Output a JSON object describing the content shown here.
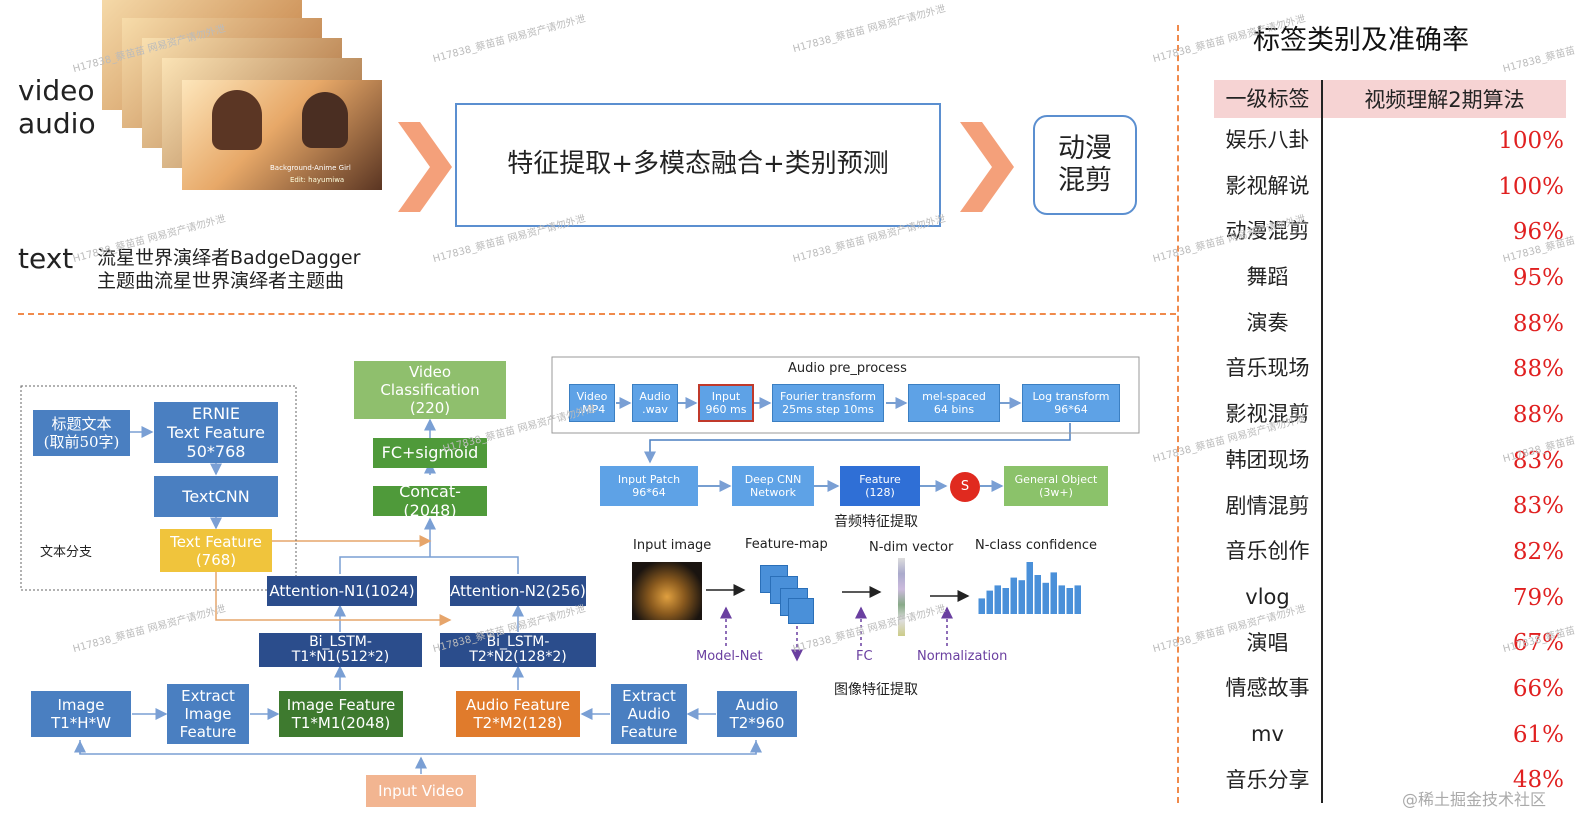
{
  "input_labels": {
    "video": "video",
    "audio": "audio",
    "text": "text"
  },
  "input_text": [
    "流星世界演绎者BadgeDagger",
    "主题曲流星世界演绎者主题曲"
  ],
  "frame_caption": {
    "line1": "Background-Anime Girl",
    "line2": "Edit: hayumiwa"
  },
  "process_box": "特征提取+多模态融合+类别预测",
  "result_box": [
    "动漫",
    "混剪"
  ],
  "right_panel": {
    "title": "标签类别及准确率",
    "headers": [
      "一级标签",
      "视频理解2期算法"
    ],
    "rows": [
      {
        "label": "娱乐八卦",
        "value": "100%"
      },
      {
        "label": "影视解说",
        "value": "100%"
      },
      {
        "label": "动漫混剪",
        "value": "96%"
      },
      {
        "label": "舞蹈",
        "value": "95%"
      },
      {
        "label": "演奏",
        "value": "88%"
      },
      {
        "label": "音乐现场",
        "value": "88%"
      },
      {
        "label": "影视混剪",
        "value": "88%"
      },
      {
        "label": "韩团现场",
        "value": "83%"
      },
      {
        "label": "剧情混剪",
        "value": "83%"
      },
      {
        "label": "音乐创作",
        "value": "82%"
      },
      {
        "label": "vlog",
        "value": "79%"
      },
      {
        "label": "演唱",
        "value": "67%"
      },
      {
        "label": "情感故事",
        "value": "66%"
      },
      {
        "label": "mv",
        "value": "61%"
      },
      {
        "label": "音乐分享",
        "value": "48%"
      }
    ],
    "footer": "@稀土掘金技术社区"
  },
  "diagram": {
    "text_branch_label": "文本分支",
    "title_text": [
      "标题文本",
      "(取前50字)"
    ],
    "ernie": [
      "ERNIE",
      "Text Feature",
      "50*768"
    ],
    "textcnn": "TextCNN",
    "text_feature": [
      "Text Feature",
      "(768)"
    ],
    "video_cls": [
      "Video",
      "Classification",
      "(220)"
    ],
    "fc_sigmoid": "FC+sigmoid",
    "concat": "Concat-(2048)",
    "att1": "Attention-N1(1024)",
    "att2": "Attention-N2(256)",
    "bilstm1": [
      "Bi_LSTM-",
      "T1*N1(512*2)"
    ],
    "bilstm2": [
      "Bi_LSTM-",
      "T2*N2(128*2)"
    ],
    "image": [
      "Image",
      "T1*H*W"
    ],
    "extract_image": [
      "Extract",
      "Image",
      "Feature"
    ],
    "image_feature": [
      "Image Feature",
      "T1*M1(2048)"
    ],
    "audio_feature": [
      "Audio Feature",
      "T2*M2(128)"
    ],
    "extract_audio": [
      "Extract",
      "Audio",
      "Feature"
    ],
    "audio": [
      "Audio",
      "T2*960"
    ],
    "input_video": "Input Video"
  },
  "audio_pre": {
    "title": "Audio pre_process",
    "row1": [
      [
        "Video",
        ".MP4"
      ],
      [
        "Audio",
        ".wav"
      ],
      [
        "Input",
        "960 ms"
      ],
      [
        "Fourier transform",
        "25ms step 10ms"
      ],
      [
        "mel-spaced",
        "64 bins"
      ],
      [
        "Log transform",
        "96*64"
      ]
    ],
    "row2": [
      [
        "Input Patch",
        "96*64"
      ],
      [
        "Deep CNN",
        "Network"
      ],
      [
        "Feature",
        "(128)"
      ],
      [
        "S"
      ],
      [
        "General Object",
        "(3w+)"
      ]
    ],
    "caption": "音频特征提取"
  },
  "image_pre": {
    "labels": [
      "Input image",
      "Feature-map",
      "N-dim vector",
      "N-class confidence"
    ],
    "bottom": [
      "Model-Net",
      "FC",
      "Normalization"
    ],
    "caption": "图像特征提取",
    "histogram": [
      0.3,
      0.45,
      0.55,
      0.5,
      0.7,
      0.65,
      1.0,
      0.75,
      0.6,
      0.8,
      0.55,
      0.5,
      0.55
    ]
  },
  "watermark": "H17838_蔡苗苗 网易资产请勿外泄"
}
